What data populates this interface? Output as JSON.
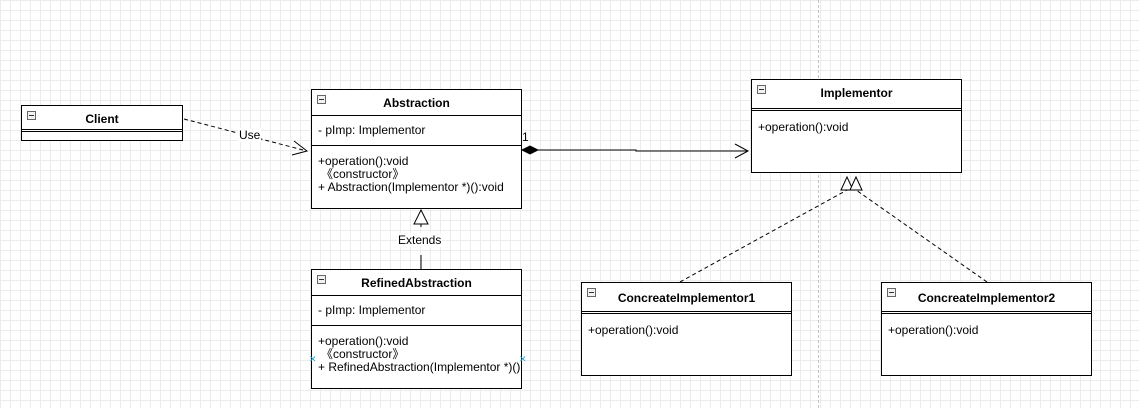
{
  "classes": {
    "client": {
      "name": "Client"
    },
    "abstraction": {
      "name": "Abstraction",
      "attributes": [
        "- pImp: Implementor"
      ],
      "operations": [
        "+operation():void",
        "《constructor》",
        "+ Abstraction(Implementor *)():void"
      ]
    },
    "implementor": {
      "name": "Implementor",
      "operations": [
        "+operation():void"
      ]
    },
    "refined": {
      "name": "RefinedAbstraction",
      "attributes": [
        "- pImp: Implementor"
      ],
      "operations": [
        "+operation():void",
        "《constructor》",
        "+ RefinedAbstraction(Implementor *)()"
      ]
    },
    "concrete1": {
      "name": "ConcreateImplementor1",
      "operations": [
        "+operation():void"
      ]
    },
    "concrete2": {
      "name": "ConcreateImplementor2",
      "operations": [
        "+operation():void"
      ]
    }
  },
  "relations": {
    "use_label": "Use",
    "extends_label": "Extends",
    "composition_multiplicity": "1"
  }
}
